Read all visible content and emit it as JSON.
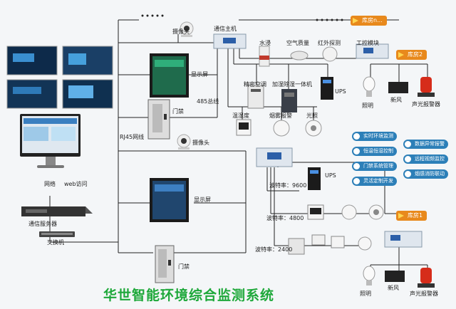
{
  "title": "华世智能环境综合监测系统",
  "labels": {
    "camera_top": "摄像头",
    "comm_host": "通信主机",
    "display_top": "显示屏",
    "access_top": "门禁",
    "bus485": "485总线",
    "rj45": "RJ45网线",
    "camera_mid": "摄像头",
    "display_bottom": "显示屏",
    "access_bottom": "门禁",
    "network": "网络",
    "web": "web访问",
    "comm_server": "通信服务器",
    "switch": "交换机",
    "water": "水浸",
    "air": "空气质量",
    "ir": "红外探测",
    "ctrl_module": "工控模块",
    "precision_ac": "精密空调",
    "humidifier": "加湿除湿一体机",
    "ups_top": "UPS",
    "temp_hum": "温湿度",
    "smoke": "烟雾报警",
    "light": "光照",
    "lighting_top": "照明",
    "fresh_air_top": "新风",
    "alarm_top": "声光报警器",
    "baud_9600": "波特率：9600",
    "baud_4800": "波特率：4800",
    "baud_2400": "波特率：2400",
    "ups_bottom": "UPS",
    "lighting_bottom": "照明",
    "fresh_air_bottom": "新风",
    "alarm_bottom": "声光报警器"
  },
  "rooms": [
    "库房n...",
    "库房2",
    "库房1"
  ],
  "features": [
    "实时环境监测",
    "恒温恒湿控制",
    "门禁系统管理",
    "灵活定制开发",
    "数据异常报警",
    "远程视频监控",
    "烟感消防联动"
  ],
  "colors": {
    "room_tag": "#e8891c",
    "title": "#1ea83a",
    "feature": "#2c7fb8",
    "line": "#222222"
  }
}
